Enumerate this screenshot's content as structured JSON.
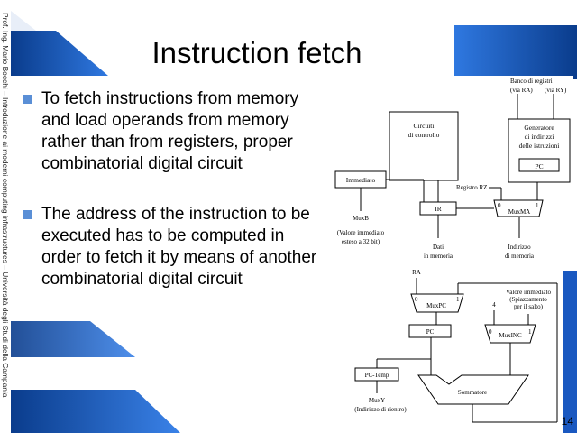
{
  "vertical_footer": "Prof. Ing. Mario Bocchi – Introduzione ai moderni computing infrastructures – Università degli Studi della Campania",
  "title": "Instruction fetch",
  "bullets": [
    "To fetch instructions from memory and load operands from memory rather than from registers, proper combinatorial digital circuit",
    "The address of the instruction to be executed has to be computed in order to fetch it by means of another combinatorial digital circuit"
  ],
  "diagram1": {
    "banco": "Banco di registri",
    "via_ra": "(via RA)",
    "via_ry": "(via RY)",
    "circuiti_1": "Circuiti",
    "circuiti_2": "di controllo",
    "generatore_1": "Generatore",
    "generatore_2": "di indirizzi",
    "generatore_3": "delle istruzioni",
    "pc": "PC",
    "immediato": "Immediato",
    "registro_rz": "Registro RZ",
    "ir": "IR",
    "zero": "0",
    "one": "1",
    "muxma": "MuxMA",
    "muxb": "MuxB",
    "valore_1": "(Valore immediato",
    "valore_2": "esteso a 32 bit)",
    "dati_1": "Dati",
    "dati_2": "in memoria",
    "indirizzo_1": "Indirizzo",
    "indirizzo_2": "di memoria"
  },
  "diagram2": {
    "ra": "RA",
    "zero": "0",
    "one": "1",
    "muxpc": "MuxPC",
    "valore_1": "Valore immediato",
    "valore_2": "(Spiazzamento",
    "valore_3": "per il salto)",
    "four": "4",
    "pc": "PC",
    "muxinc": "MuxINC",
    "pc_temp": "PC-Temp",
    "sommatore": "Sommatore",
    "muxy": "MuxY",
    "indirizzo": "(Indirizzo di rientro)"
  },
  "page_number": "14"
}
